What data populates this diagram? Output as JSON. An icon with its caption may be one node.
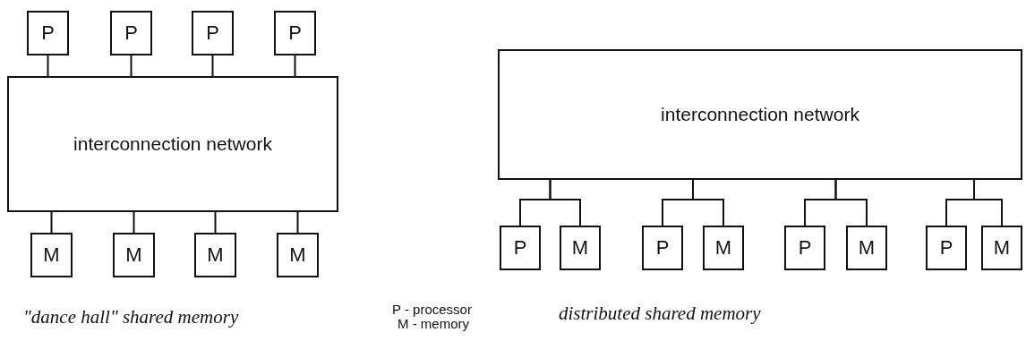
{
  "diagram": {
    "nodes": [
      {
        "text": [
          "P"
        ]
      },
      {
        "text": [
          "P"
        ]
      },
      {
        "text": [
          "P"
        ]
      },
      {
        "text": [
          "P"
        ]
      },
      {
        "text": [
          "interconnection network"
        ]
      },
      {
        "text": [
          "M"
        ]
      },
      {
        "text": [
          "M"
        ]
      },
      {
        "text": [
          "M"
        ]
      },
      {
        "text": [
          "M"
        ]
      },
      {
        "text": [
          "interconnection network"
        ]
      },
      {
        "text": [
          "P"
        ]
      },
      {
        "text": [
          "M"
        ]
      },
      {
        "text": [
          "P"
        ]
      },
      {
        "text": [
          "M"
        ]
      },
      {
        "text": [
          "P"
        ]
      },
      {
        "text": [
          "M"
        ]
      },
      {
        "text": [
          "P"
        ]
      },
      {
        "text": [
          "M"
        ]
      }
    ],
    "edges": [
      {
        "from": 0,
        "to": 4,
        "arrow": "none"
      },
      {
        "from": 1,
        "to": 4,
        "arrow": "none"
      },
      {
        "from": 2,
        "to": 4,
        "arrow": "none"
      },
      {
        "from": 3,
        "to": 4,
        "arrow": "none"
      },
      {
        "from": 4,
        "to": 5,
        "arrow": "none"
      },
      {
        "from": 4,
        "to": 6,
        "arrow": "none"
      },
      {
        "from": 4,
        "to": 7,
        "arrow": "none"
      },
      {
        "from": 4,
        "to": 8,
        "arrow": "none"
      },
      {
        "from": 9,
        "to": 10,
        "arrow": "none"
      },
      {
        "from": 9,
        "to": 11,
        "arrow": "none"
      },
      {
        "from": 9,
        "to": 12,
        "arrow": "none"
      },
      {
        "from": 9,
        "to": 13,
        "arrow": "none"
      },
      {
        "from": 9,
        "to": 14,
        "arrow": "none"
      },
      {
        "from": 9,
        "to": 15,
        "arrow": "none"
      },
      {
        "from": 9,
        "to": 16,
        "arrow": "none"
      },
      {
        "from": 9,
        "to": 17,
        "arrow": "none"
      }
    ],
    "labels": [
      "\"dance hall\" shared memory",
      "P - processor",
      "M - memory",
      "distributed shared memory"
    ]
  }
}
